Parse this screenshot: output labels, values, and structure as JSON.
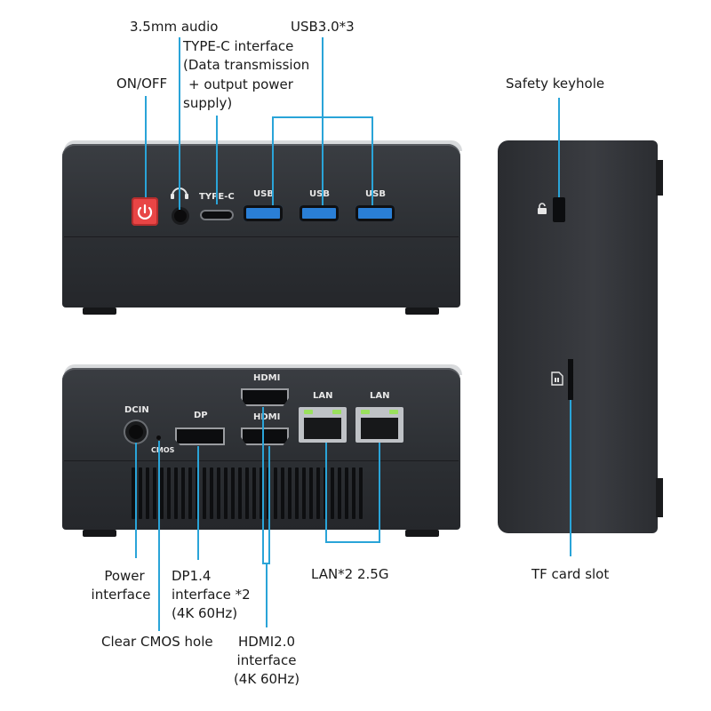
{
  "labels": {
    "audio": "3.5mm audio",
    "usb30": "USB3.0*3",
    "typec_line1": "TYPE-C interface",
    "typec_line2": "(Data transmission",
    "typec_line3": "+ output power",
    "typec_line4": "supply)",
    "onoff": "ON/OFF",
    "keyhole": "Safety keyhole",
    "power_line1": "Power",
    "power_line2": "interface",
    "dp_line1": "DP1.4",
    "dp_line2": "interface *2",
    "dp_line3": "(4K 60Hz)",
    "lan": "LAN*2 2.5G",
    "tf": "TF card slot",
    "cmos": "Clear CMOS hole",
    "hdmi_line1": "HDMI2.0",
    "hdmi_line2": "interface",
    "hdmi_line3": "(4K 60Hz)"
  },
  "front_ports": {
    "typec": "TYPE-C",
    "usb1": "USB",
    "usb2": "USB",
    "usb3": "USB"
  },
  "rear_ports": {
    "dcin": "DCIN",
    "cmos": "CMOS",
    "dp": "DP",
    "hdmi_top": "HDMI",
    "hdmi_bottom": "HDMI",
    "lan1": "LAN",
    "lan2": "LAN"
  },
  "colors": {
    "callout_line": "#2aa4d8",
    "power_button": "#e84545",
    "usb_port": "#2a7fd6",
    "chassis": "#2e3034"
  },
  "icons": {
    "audio_jack": "headset-icon",
    "lock": "lock-icon",
    "sd_card": "sd-card-icon"
  }
}
